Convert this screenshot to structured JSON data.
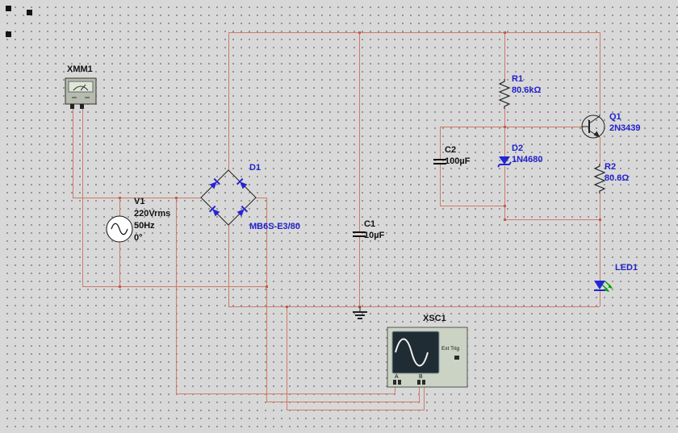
{
  "colors": {
    "background": "#d8d8d8",
    "wire": "#d07a68",
    "label_blue": "#2222cc",
    "label_black": "#111111",
    "diode_blue": "#2525d4",
    "led_arrow_green": "#00a300"
  },
  "components": {
    "xmm1": {
      "ref": "XMM1"
    },
    "v1": {
      "ref": "V1",
      "value": "220Vrms",
      "freq": "50Hz",
      "phase": "0°"
    },
    "d1": {
      "ref": "D1",
      "part": "MB6S-E3/80"
    },
    "c1": {
      "ref": "C1",
      "value": "10µF"
    },
    "c2": {
      "ref": "C2",
      "value": "100µF"
    },
    "d2": {
      "ref": "D2",
      "part": "1N4680"
    },
    "r1": {
      "ref": "R1",
      "value": "80.6kΩ"
    },
    "r2": {
      "ref": "R2",
      "value": "80.6Ω"
    },
    "q1": {
      "ref": "Q1",
      "part": "2N3439"
    },
    "led1": {
      "ref": "LED1"
    },
    "xsc1": {
      "ref": "XSC1",
      "ext_trig_label": "Ext Trig",
      "channel_a_label": "A",
      "channel_b_label": "B"
    }
  }
}
